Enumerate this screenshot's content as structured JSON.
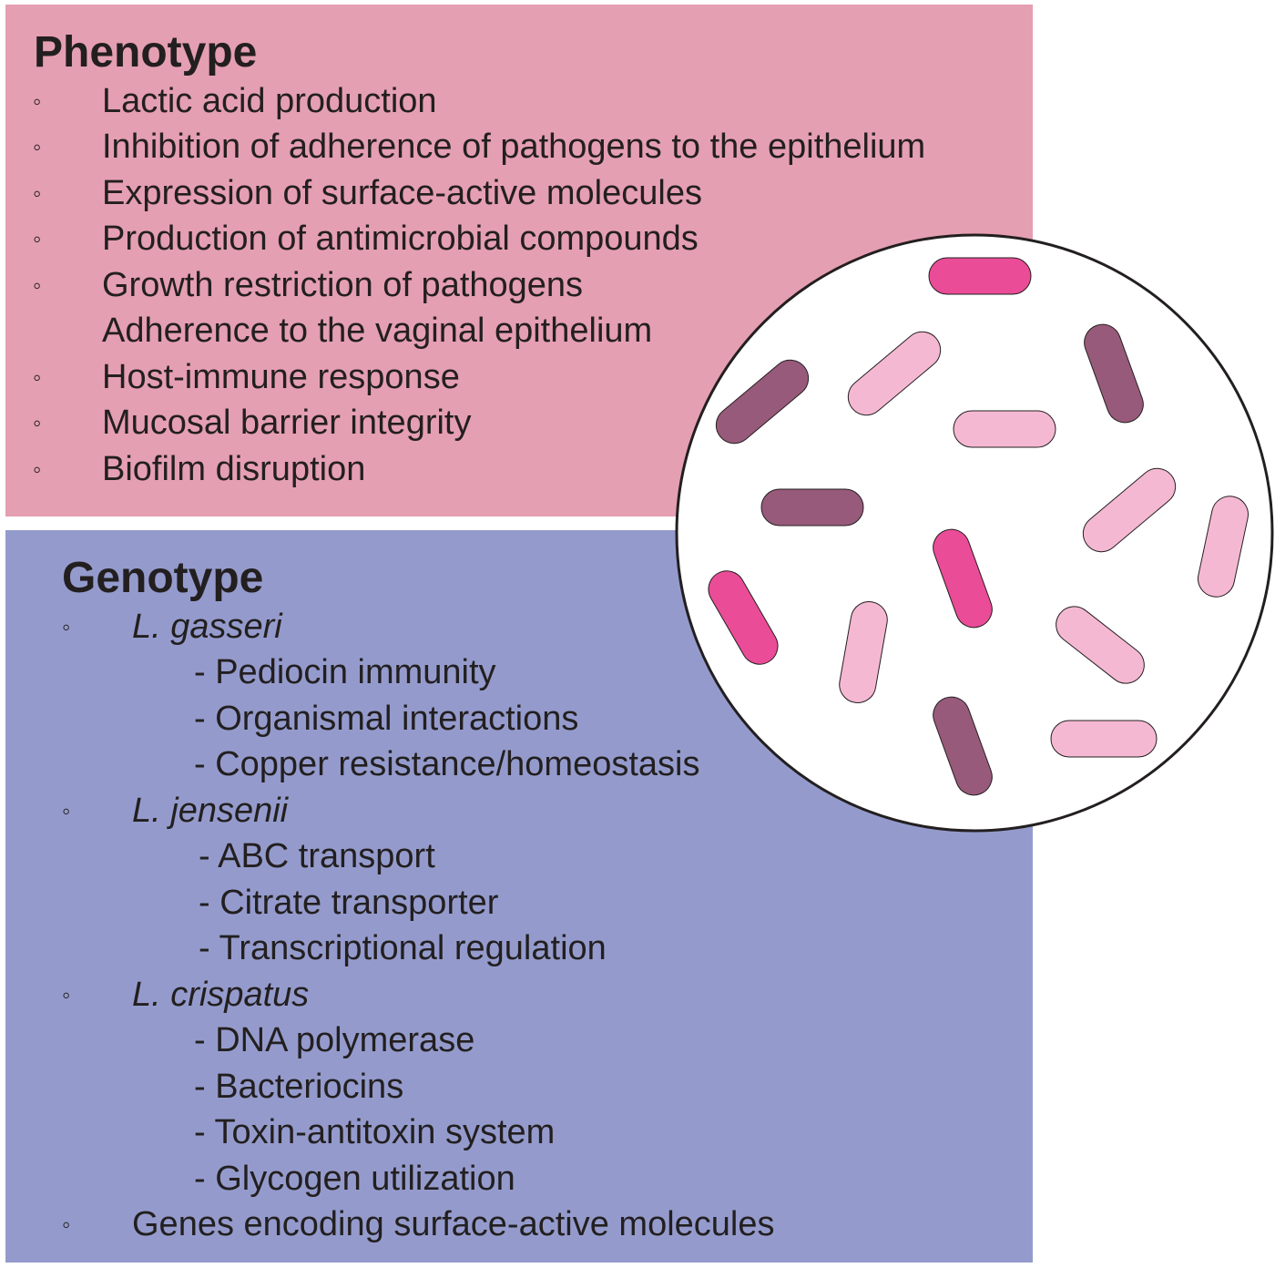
{
  "colors": {
    "phenotype_bg": "#e59fb2",
    "genotype_bg": "#949bcc",
    "rod_dark": "#985a7a",
    "rod_magenta": "#ea4c97",
    "rod_light": "#f5b8d2"
  },
  "phenotype": {
    "title": "Phenotype",
    "bullet": "◦",
    "items": [
      "Lactic acid production",
      "Inhibition of adherence of pathogens to the epithelium",
      "Expression of surface-active molecules",
      "Production of antimicrobial compounds",
      "Growth restriction of pathogens",
      "Adherence to the vaginal epithelium",
      "Host-immune response",
      "Mucosal barrier integrity",
      "Biofilm disruption"
    ]
  },
  "genotype": {
    "title": "Genotype",
    "bullet": "◦",
    "species": [
      {
        "name": "L. gasseri",
        "genes": [
          "- Pediocin immunity",
          "- Organismal interactions",
          "- Copper resistance/homeostasis"
        ]
      },
      {
        "name": "L. jensenii",
        "genes": [
          "- ABC transport",
          "- Citrate transporter",
          "- Transcriptional regulation"
        ]
      },
      {
        "name": "L. crispatus",
        "genes": [
          "- DNA polymerase",
          "- Bacteriocins",
          "- Toxin-antitoxin system",
          "- Glycogen utilization"
        ]
      }
    ],
    "last_item": "Genes encoding surface-active molecules"
  },
  "illustration": {
    "icon": "bacteria-circle-icon"
  }
}
